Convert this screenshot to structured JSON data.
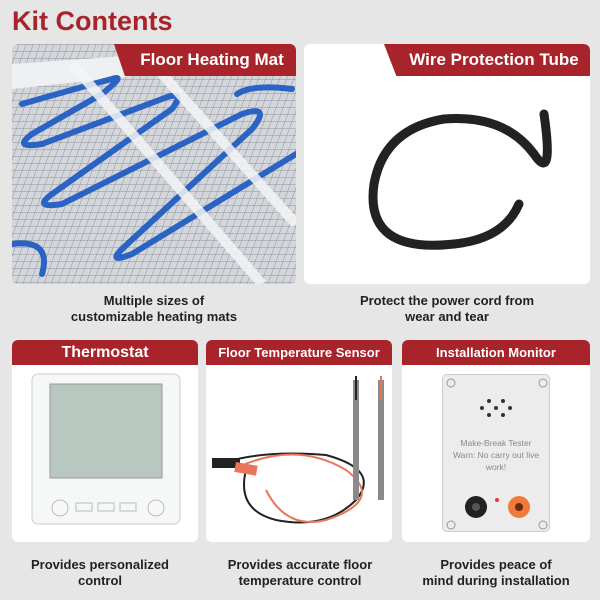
{
  "title": "Kit Contents",
  "items": [
    {
      "name": "Floor Heating Mat",
      "caption": [
        "Multiple sizes of",
        "customizable heating mats"
      ]
    },
    {
      "name": "Wire Protection Tube",
      "caption": [
        "Protect the power cord from",
        "wear and tear"
      ]
    },
    {
      "name": "Thermostat",
      "caption": [
        "Provides personalized",
        "control"
      ]
    },
    {
      "name": "Floor Temperature Sensor",
      "caption": [
        "Provides accurate floor",
        "temperature control"
      ]
    },
    {
      "name": "Installation Monitor",
      "caption": [
        "Provides peace of",
        "mind during installation"
      ],
      "device_text": {
        "label": "Make-Break Tester",
        "warning": [
          "Warn:  No carry out live",
          "work!"
        ]
      }
    }
  ],
  "colors": {
    "accent": "#a8232a",
    "background": "#e6e6e6"
  }
}
